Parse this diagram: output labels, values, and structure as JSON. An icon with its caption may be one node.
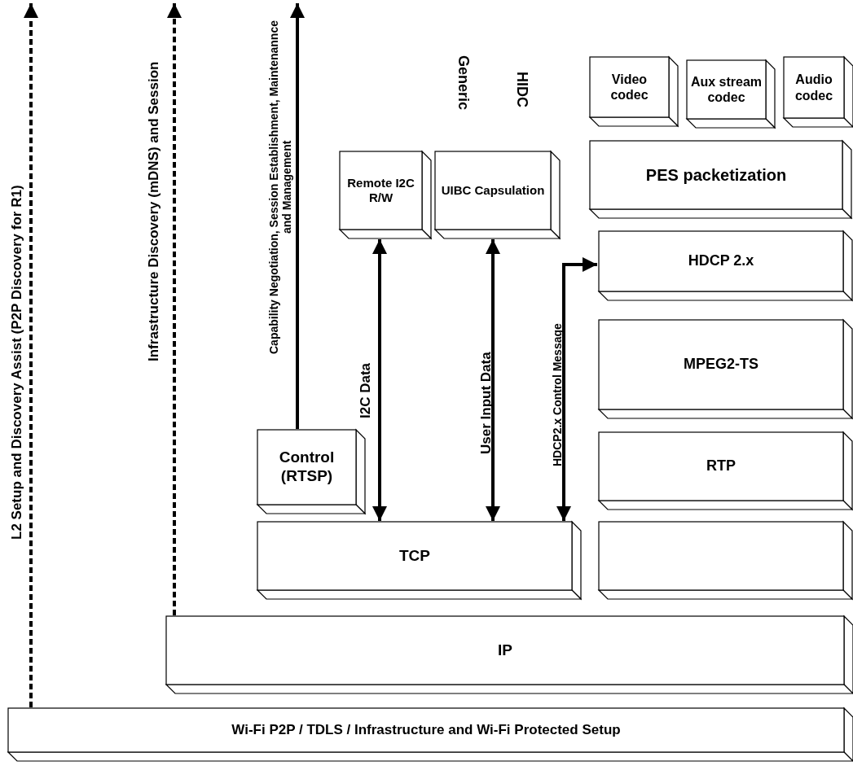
{
  "diagram": {
    "nodes": [
      {
        "text": [
          "Video codec"
        ]
      },
      {
        "text": [
          "Aux stream codec"
        ]
      },
      {
        "text": [
          "Audio codec"
        ]
      },
      {
        "text": [
          "Remote I2C R/W"
        ]
      },
      {
        "text": [
          "UIBC Capsulation"
        ]
      },
      {
        "text": [
          "PES packetization"
        ]
      },
      {
        "text": [
          "HDCP 2.x"
        ]
      },
      {
        "text": [
          "MPEG2-TS"
        ]
      },
      {
        "text": [
          "Control (RTSP)"
        ]
      },
      {
        "text": [
          "RTP"
        ]
      },
      {
        "text": [
          "TCP"
        ]
      },
      {
        "text": [],
        "shape": "box"
      },
      {
        "text": [
          "IP"
        ]
      },
      {
        "text": [
          "Wi-Fi P2P / TDLS / Infrastructure and Wi-Fi Protected Setup"
        ]
      }
    ],
    "edges": [
      {
        "from": 13,
        "to": null,
        "arrow": "to",
        "style": "dashed",
        "label": "L2 Setup and Discovery Assist (P2P Discovery for R1)"
      },
      {
        "from": 12,
        "to": null,
        "arrow": "to",
        "style": "dashed",
        "label": "Infrastructure Discovery (mDNS) and Session"
      },
      {
        "from": 8,
        "to": null,
        "arrow": "to",
        "label": "Capability Negotiation, Session Establishment, Maintenannce and Management"
      },
      {
        "from": 10,
        "to": 3,
        "arrow": "both",
        "label": "I2C Data"
      },
      {
        "from": 10,
        "to": 4,
        "arrow": "both",
        "label": "User Input Data"
      },
      {
        "from": 10,
        "to": 6,
        "arrow": "both",
        "label": "HDCP2.x Control Message"
      }
    ],
    "labels": [
      "Generic",
      "HIDC"
    ]
  }
}
